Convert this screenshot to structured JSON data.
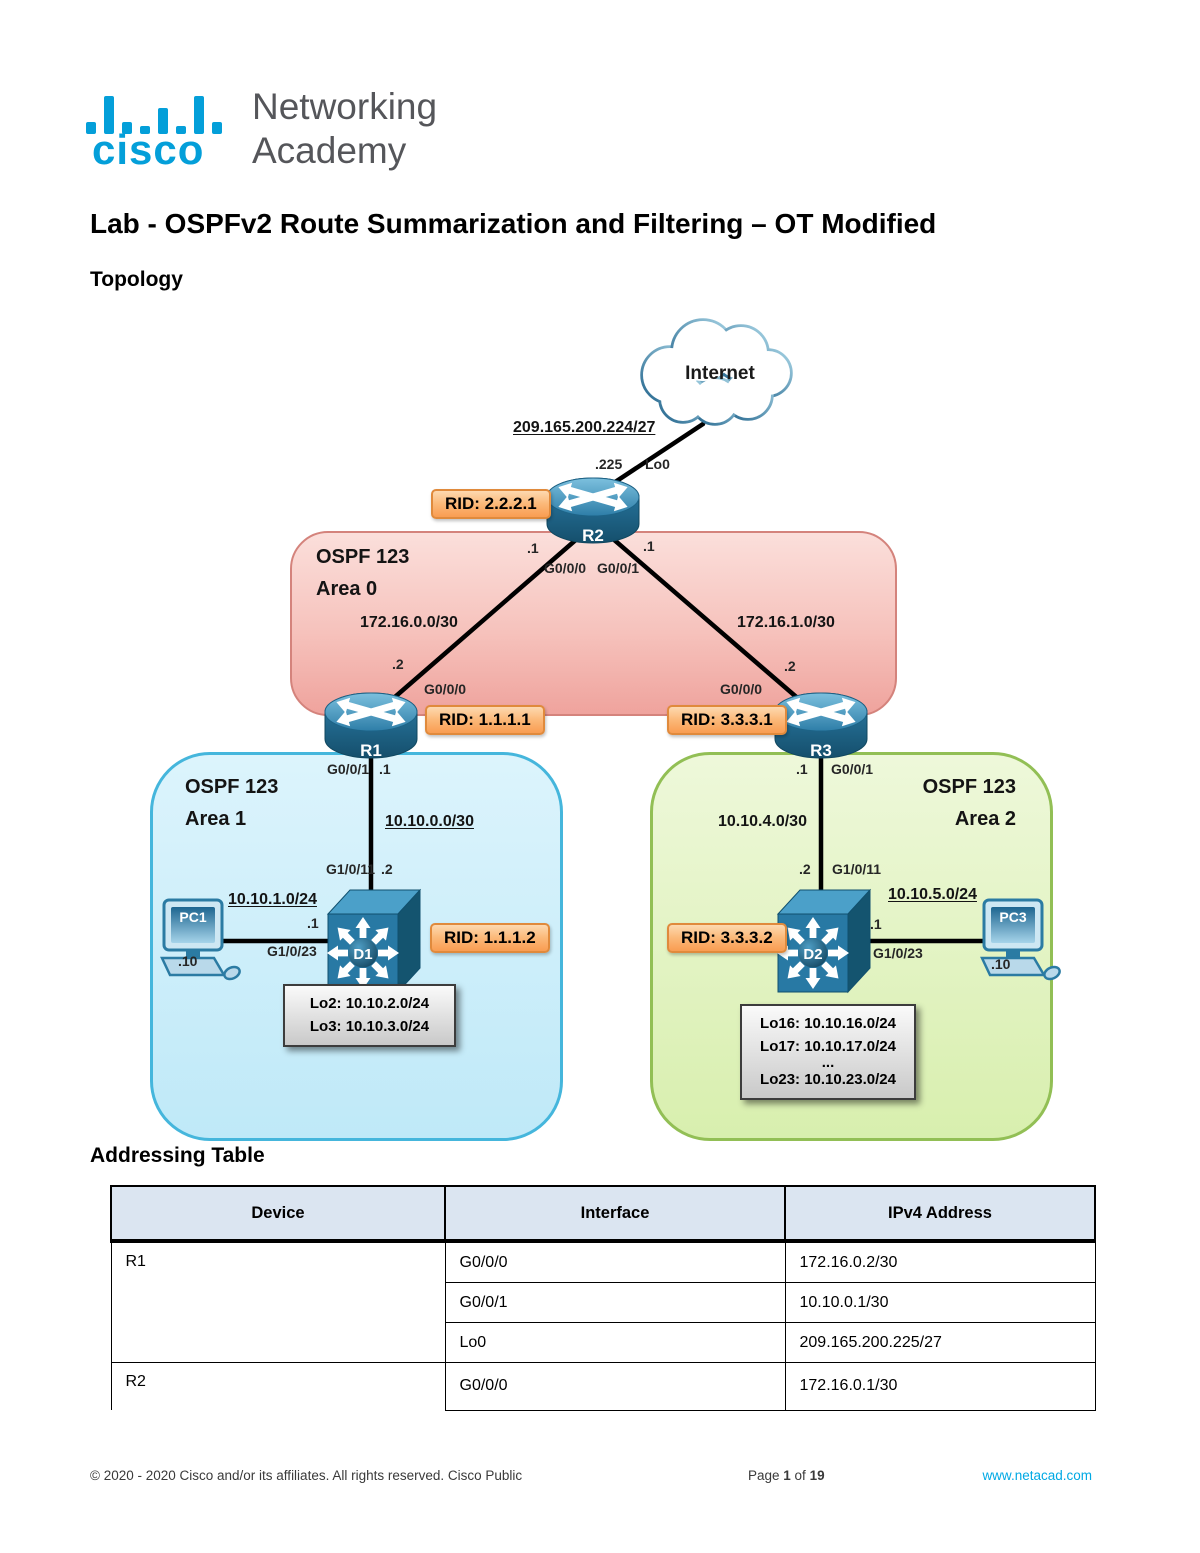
{
  "logo": {
    "brand": "cisco",
    "line1": "Networking",
    "line2": "Academy"
  },
  "doc": {
    "title": "Lab - OSPFv2 Route Summarization and Filtering – OT Modified",
    "topology_heading": "Topology",
    "addressing_heading": "Addressing Table"
  },
  "colors": {
    "cisco_blue": "#049fd9",
    "area0_fill": "#f5b6b0",
    "area1_fill": "#c5ebfa",
    "area2_fill": "#ddf0b8",
    "rid_fill": "#fbb878",
    "link_text": "#00a9e4",
    "table_header_bg": "#dbe5f1"
  },
  "diagram": {
    "internet": "Internet",
    "areas": {
      "area0": {
        "l1": "OSPF 123",
        "l2": "Area 0"
      },
      "area1": {
        "l1": "OSPF 123",
        "l2": "Area 1"
      },
      "area2": {
        "l1": "OSPF 123",
        "l2": "Area 2"
      }
    },
    "devices": {
      "r1": "R1",
      "r2": "R2",
      "r3": "R3",
      "d1": "D1",
      "d2": "D2",
      "pc1": "PC1",
      "pc3": "PC3"
    },
    "rid": {
      "r2": "RID: 2.2.2.1",
      "r1": "RID: 1.1.1.1",
      "r3": "RID: 3.3.3.1",
      "d1": "RID: 1.1.1.2",
      "d2": "RID: 3.3.3.2"
    },
    "nets": {
      "internet": "209.165.200.224/27",
      "r1_r2": "172.16.0.0/30",
      "r2_r3": "172.16.1.0/30",
      "r1_d1": "10.10.0.0/30",
      "d1_pc1": "10.10.1.0/24",
      "r3_d2": "10.10.4.0/30",
      "d2_pc3": "10.10.5.0/24"
    },
    "ports": {
      "r2_lo_ip": ".225",
      "r2_lo": "Lo0",
      "r2_g000_ip": ".1",
      "r2_g000": "G0/0/0",
      "r2_g001": "G0/0/1",
      "r2_g001_ip": ".1",
      "r1_g000_ip": ".2",
      "r1_g000": "G0/0/0",
      "r3_g000": "G0/0/0",
      "r3_g000_ip": ".2",
      "r1_g001": "G0/0/1",
      "r1_g001_ip": ".1",
      "d1_g1011": "G1/0/11",
      "d1_g1011_ip": ".2",
      "d1_g1023_ip": ".1",
      "d1_g1023": "G1/0/23",
      "pc1_ip": ".10",
      "r3_g001_ip": ".1",
      "r3_g001": "G0/0/1",
      "d2_g1011_ip": ".2",
      "d2_g1011": "G1/0/11",
      "d2_g1023_ip": ".1",
      "d2_g1023": "G1/0/23",
      "pc3_ip": ".10"
    },
    "loops": {
      "d1": [
        "Lo2: 10.10.2.0/24",
        "Lo3: 10.10.3.0/24"
      ],
      "d2": [
        "Lo16: 10.10.16.0/24",
        "Lo17: 10.10.17.0/24",
        "...",
        "Lo23: 10.10.23.0/24"
      ]
    }
  },
  "table": {
    "headers": [
      "Device",
      "Interface",
      "IPv4 Address"
    ],
    "rows": [
      {
        "device": "R1",
        "interface": "G0/0/0",
        "ip": "172.16.0.2/30"
      },
      {
        "device": "",
        "interface": "G0/0/1",
        "ip": "10.10.0.1/30"
      },
      {
        "device": "",
        "interface": "Lo0",
        "ip": "209.165.200.225/27"
      },
      {
        "device": "R2",
        "interface": "G0/0/0",
        "ip": "172.16.0.1/30"
      }
    ]
  },
  "footer": {
    "copyright": "© 2020 - 2020 Cisco and/or its affiliates. All rights reserved. Cisco Public",
    "page_prefix": "Page ",
    "page_number": "1",
    "page_of": " of ",
    "page_total": "19",
    "site": "www.netacad.com"
  }
}
